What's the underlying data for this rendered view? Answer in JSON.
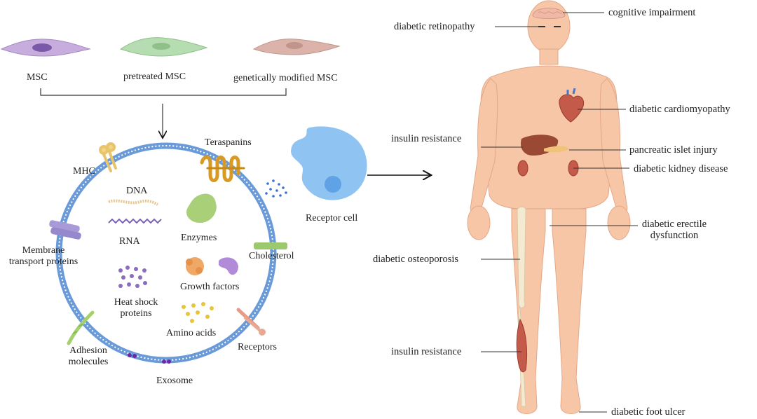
{
  "msc": {
    "types": [
      "MSC",
      "pretreated MSC",
      "genetically modified MSC"
    ]
  },
  "exosome": {
    "title": "Exosome",
    "components": {
      "mhc": "MHC",
      "teraspanins": "Teraspanins",
      "dna": "DNA",
      "rna": "RNA",
      "enzymes": "Enzymes",
      "membrane_transport": "Membrane transport proteins",
      "cholesterol": "Cholesterol",
      "growth_factors": "Growth factors",
      "heat_shock": "Heat shock proteins",
      "amino_acids": "Amino acids",
      "adhesion": "Adhesion molecules",
      "receptors": "Receptors"
    }
  },
  "receptor_cell": "Receptor cell",
  "conditions": {
    "cognitive": "cognitive impairment",
    "retinopathy": "diabetic retinopathy",
    "cardiomyopathy": "diabetic cardiomyopathy",
    "insulin_resistance_liver": "insulin resistance",
    "pancreatic": "pancreatic islet injury",
    "kidney": "diabetic kidney disease",
    "erectile": "diabetic erectile dysfunction",
    "osteoporosis": "diabetic osteoporosis",
    "insulin_resistance_muscle": "insulin resistance",
    "foot_ulcer": "diabetic foot ulcer"
  },
  "colors": {
    "membrane": "#6a9bd8",
    "skin": "#f6c6a6",
    "receptor_cell": "#8fc3f2",
    "msc": "#b89ad0",
    "pretreated": "#a9d6a4",
    "modified": "#d4a9a0"
  }
}
